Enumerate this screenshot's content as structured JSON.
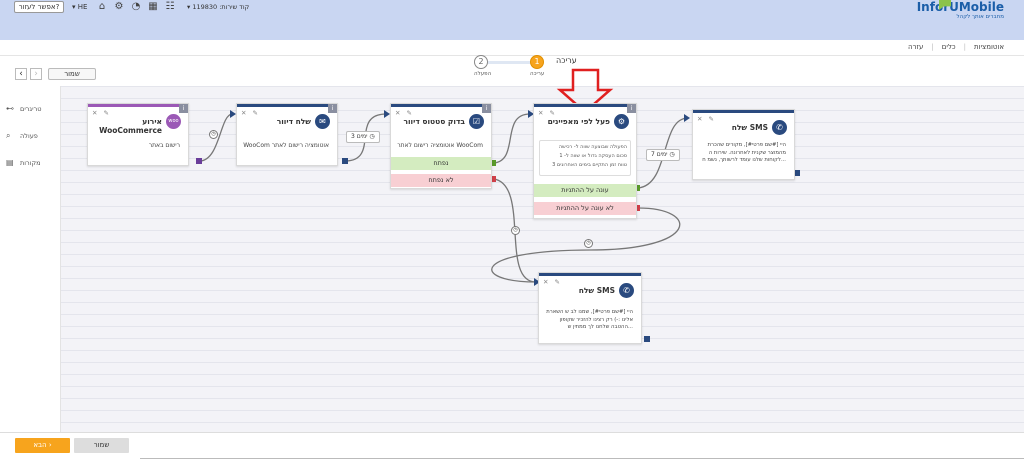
{
  "topbar": {
    "help": "אפשר לעזור?",
    "lang": "HE",
    "account": "קוד שירות: 119830",
    "logo": "InforUMobile",
    "logo_sub": "מחברים אותך לקהל",
    "icons": [
      "home-icon",
      "gear-icon",
      "gauge-icon",
      "grid-icon",
      "users-icon"
    ]
  },
  "nav": {
    "items": [
      "אוטומציות",
      "כלים",
      "עזרה"
    ]
  },
  "stepper": {
    "title": "עריכה",
    "steps": [
      {
        "num": "1",
        "label": "עריכה"
      },
      {
        "num": "2",
        "label": "הפעלה"
      }
    ]
  },
  "toolbar": {
    "save_label": "שמור"
  },
  "sidebar": {
    "items": [
      "טריגרים",
      "פעולה",
      "מקורות"
    ]
  },
  "nodes": {
    "woo": {
      "title": "אירוע WooCommerce",
      "body": "רישום באתר"
    },
    "mail": {
      "title": "שלח דיוור",
      "body": "WooCom אוטומציה רישום לאתר"
    },
    "check": {
      "title": "בדוק סטטוס דיוור",
      "body": "אוטומציה רישום לאתר WooCom",
      "opened": "נפתח",
      "not_opened": "לא נפתח"
    },
    "filter": {
      "title": "פעל לפי מאפיינים",
      "lines": [
        "הפעולה שבוצעה שווה ל- רכישה",
        "סכום העסקה גדול או שווה ל- 1",
        "טווח זמן התקיים בימים האחרונים 3"
      ],
      "yes": "עונה על ההתניות",
      "no": "לא עונה על ההתניות"
    },
    "sms1": {
      "title": "שלח SMS",
      "body": "היי [#שם פרטי#], מקורים שהכרת מהמוצר שקנית לאחרונה. שירות ה לקוחות שלנו עומד לרשותך, נשמ ח..."
    },
    "sms2": {
      "title": "שלח SMS",
      "body": "היי [#שם פרטי#], שמנו לב ש השארת אלינו :-) רק רצינו להזכיר שקופון ההטבה שלחנו לך ממתין ש..."
    }
  },
  "delays": {
    "d1": "3 ימים",
    "d2": "7 ימים"
  },
  "footer": {
    "next": "הבא",
    "save": "שמור"
  },
  "colors": {
    "accent": "#f7a41d",
    "purple": "#9b59b6",
    "blue": "#2a4a7f",
    "green": "#8bc34a",
    "red": "#e0505a"
  }
}
